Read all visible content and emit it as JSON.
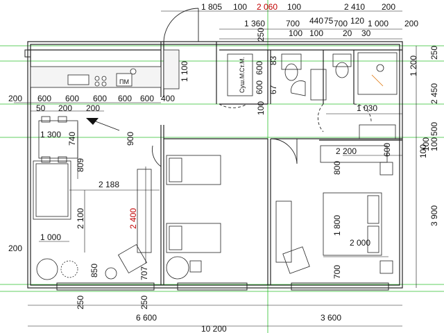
{
  "plan": {
    "colors": {
      "wall": "#222222",
      "dim": "#111111",
      "guide": "#2bbf2b",
      "red": "#c00000",
      "tile": "#9a9a9a"
    },
    "labels_top": [
      "1 805",
      "100",
      "2 060",
      "100",
      "2 410",
      "200"
    ],
    "labels_top2": [
      "1 360",
      "700",
      "440",
      "75",
      "700",
      "120",
      "1 000",
      "200"
    ],
    "labels_top3": [
      "250",
      "100",
      "100",
      "20",
      "30"
    ],
    "labels_left": [
      "200",
      "600",
      "600",
      "600",
      "600",
      "600",
      "400"
    ],
    "labels_left2": [
      "50",
      "200",
      "200"
    ],
    "kitchen": {
      "stove": "ПМ",
      "wm": "Ст.М.",
      "dryer": "Суш.М."
    },
    "dims_interior": {
      "d1100": "1 100",
      "d600a": "600",
      "d600b": "600",
      "d83": "83",
      "d67": "67",
      "d100a": "100",
      "d100b": "100",
      "d1300": "1 300",
      "d740": "740",
      "d809": "809",
      "d900": "900",
      "d2188": "2 188",
      "d2100": "2 100",
      "d2400": "2 400",
      "d1000": "1 000",
      "d850": "850",
      "d707": "707",
      "d1030": "1 030",
      "d2200": "2 200",
      "d600c": "600",
      "d800": "800",
      "d1800": "1 800",
      "d2000": "2 000",
      "d700": "700",
      "d200side": "200"
    },
    "dims_right": [
      "1 200",
      "2 450",
      "500",
      "100",
      "100",
      "3 900",
      "250"
    ],
    "dims_bottom": [
      "250",
      "250",
      "6 600",
      "3 600",
      "10 200"
    ]
  }
}
